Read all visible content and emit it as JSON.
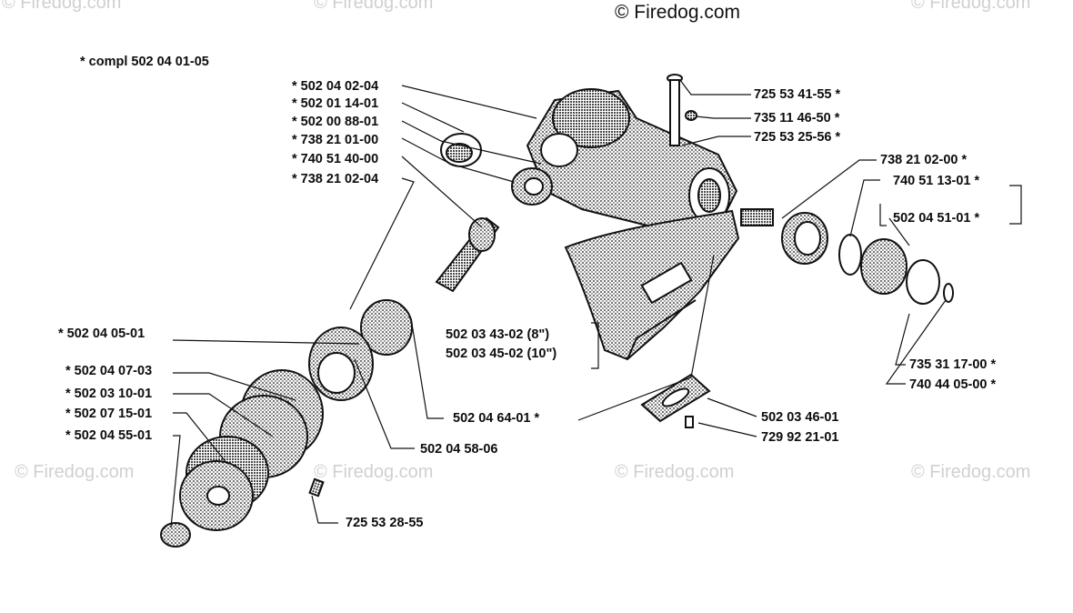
{
  "watermarks": {
    "top_left": "© Firedog.com",
    "top_mid": "© Firedog.com",
    "top_center": "© Firedog.com",
    "top_right": "© Firedog.com",
    "bottom_left": "© Firedog.com",
    "bottom_mid": "© Firedog.com",
    "bottom_center": "© Firedog.com",
    "bottom_right": "© Firedog.com"
  },
  "header_note": "*  compl 502 04 01-05",
  "labels": {
    "l1": "*  502 04 02-04",
    "l2": "*  502 01 14-01",
    "l3": "*  502 00 88-01",
    "l4": "*  738 21 01-00",
    "l5": "*  740 51 40-00",
    "l6": "*  738 21 02-04",
    "l7": "* 502 04 05-01",
    "l8": "*  502 04 07-03",
    "l9": "*  502 03 10-01",
    "l10": "*  502 07 15-01",
    "l11": "*  502 04 55-01",
    "l12": "725 53 28-55",
    "l13": "502 04 58-06",
    "l14": "502 04 64-01  *",
    "l15": "502 03 43-02 (8\")",
    "l16": "502 03 45-02 (10\")",
    "l17": "725 53 41-55  *",
    "l18": "735 11 46-50  *",
    "l19": "725 53 25-56  *",
    "l20": "738 21 02-00  *",
    "l21": "740 51 13-01  *",
    "l22": "502 04 51-01  *",
    "l23": "735 31 17-00  *",
    "l24": "740 44 05-00  *",
    "l25": "502 03 46-01",
    "l26": "729 92 21-01"
  }
}
